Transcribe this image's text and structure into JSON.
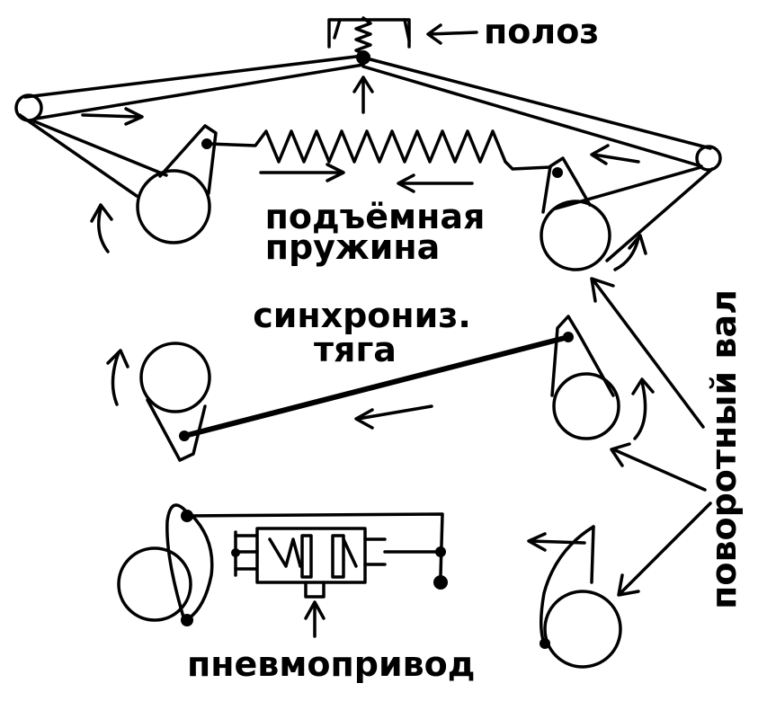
{
  "labels": {
    "skid": "полоз",
    "lift_spring_line1": "подъёмная",
    "lift_spring_line2": "пружина",
    "sync_rod_line1": "синхрониз.",
    "sync_rod_line2": "тяга",
    "rotary_shaft": "поворотный вал",
    "pneumatic_drive": "пневмопривод"
  },
  "colors": {
    "ink": "#000000",
    "background": "#ffffff"
  }
}
